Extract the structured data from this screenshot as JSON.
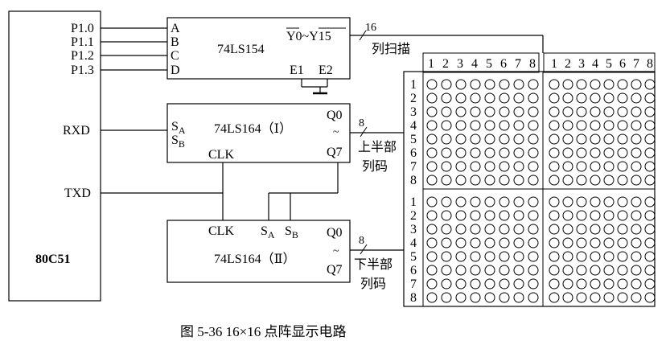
{
  "mcu": {
    "name": "80C51",
    "pins": {
      "p10": "P1.0",
      "p11": "P1.1",
      "p12": "P1.2",
      "p13": "P1.3",
      "rxd": "RXD",
      "txd": "TXD"
    }
  },
  "decoder": {
    "name": "74LS154",
    "inputs": [
      "A",
      "B",
      "C",
      "D"
    ],
    "outputs_label": "Y0~Y15",
    "enables": [
      "E1",
      "E2"
    ],
    "bus_width": "16",
    "bus_label": "列扫描"
  },
  "shift1": {
    "name": "74LS164（Ⅰ）",
    "sa": "S",
    "sa_sub": "A",
    "sb": "S",
    "sb_sub": "B",
    "clk": "CLK",
    "q0": "Q0",
    "q7": "Q7",
    "bus_width": "8",
    "bus_label_1": "上半部",
    "bus_label_2": "列码"
  },
  "shift2": {
    "name": "74LS164（Ⅱ）",
    "sa": "S",
    "sa_sub": "A",
    "sb": "S",
    "sb_sub": "B",
    "clk": "CLK",
    "q0": "Q0",
    "q7": "Q7",
    "bus_width": "8",
    "bus_label_1": "下半部",
    "bus_label_2": "列码"
  },
  "matrix": {
    "col_numbers": [
      "1",
      "2",
      "3",
      "4",
      "5",
      "6",
      "7",
      "8"
    ],
    "row_numbers": [
      "1",
      "2",
      "3",
      "4",
      "5",
      "6",
      "7",
      "8"
    ]
  },
  "caption": "图 5-36  16×16 点阵显示电路"
}
